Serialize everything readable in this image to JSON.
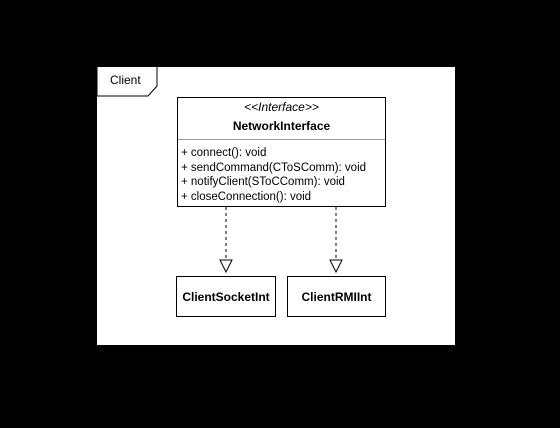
{
  "package": {
    "label": "Client"
  },
  "interface": {
    "stereotype": "<<Interface>>",
    "name": "NetworkInterface",
    "operations": [
      "+ connect(): void",
      "+ sendCommand(CToSComm): void",
      "+ notifyClient(SToCComm): void",
      "+ closeConnection(): void"
    ]
  },
  "implementations": [
    {
      "name": "ClientSocketInt"
    },
    {
      "name": "ClientRMIInt"
    }
  ],
  "colors": {
    "background": "#000000",
    "diagram_fill": "#ffffff",
    "stroke": "#000000",
    "separator": "#999999"
  }
}
